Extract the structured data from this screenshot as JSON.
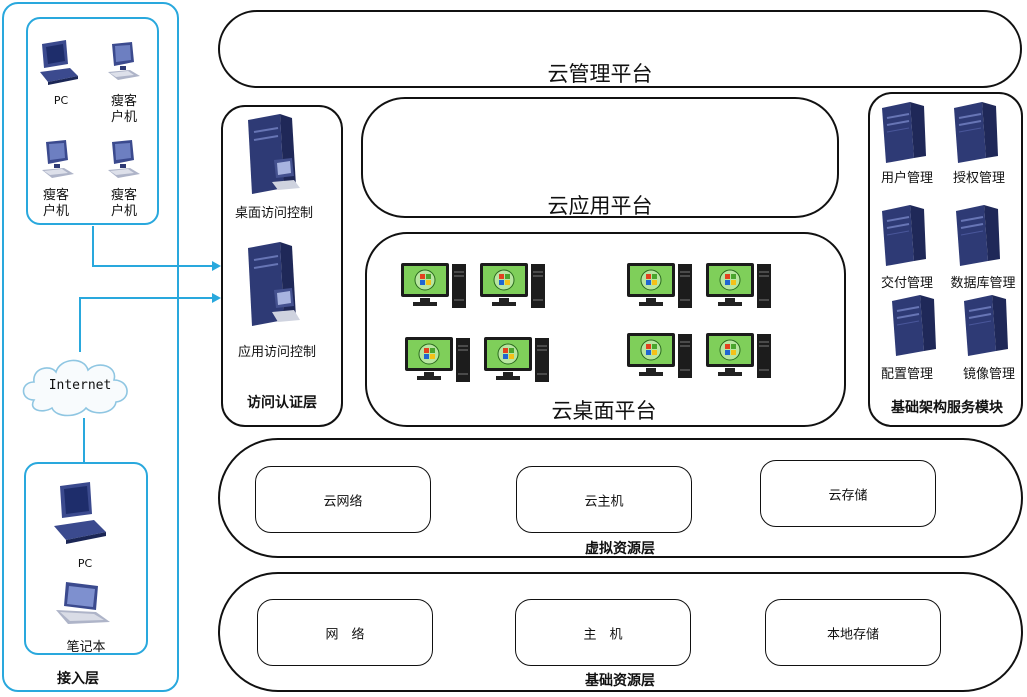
{
  "access_layer": {
    "title": "接入层",
    "thin_devices": [
      {
        "icon": "pc-icon",
        "label": "PC"
      },
      {
        "icon": "thin-client-icon",
        "label": "瘦客\n户机"
      },
      {
        "icon": "thin-client-icon",
        "label": "瘦客\n户机"
      },
      {
        "icon": "thin-client-icon",
        "label": "瘦客\n户机"
      }
    ],
    "internet_label": "Internet",
    "remote_devices": [
      {
        "icon": "pc-icon",
        "label": "PC"
      },
      {
        "icon": "laptop-icon",
        "label": "笔记本"
      }
    ]
  },
  "cloud_management": {
    "title": "云管理平台"
  },
  "auth_layer": {
    "title": "访问认证层",
    "items": [
      {
        "icon": "server-icon",
        "label": "桌面访问控制"
      },
      {
        "icon": "server-icon",
        "label": "应用访问控制"
      }
    ]
  },
  "cloud_app": {
    "title": "云应用平台"
  },
  "cloud_desktop": {
    "title": "云桌面平台",
    "desktop_count": 8
  },
  "infra_services": {
    "title": "基础架构服务模块",
    "items": [
      {
        "icon": "server-icon",
        "label": "用户管理"
      },
      {
        "icon": "server-icon",
        "label": "授权管理"
      },
      {
        "icon": "server-icon",
        "label": "交付管理"
      },
      {
        "icon": "server-icon",
        "label": "数据库管理"
      },
      {
        "icon": "server-icon",
        "label": "配置管理"
      },
      {
        "icon": "server-icon",
        "label": "镜像管理"
      }
    ]
  },
  "virtual_layer": {
    "title": "虚拟资源层",
    "items": [
      "云网络",
      "云主机",
      "云存储"
    ]
  },
  "base_layer": {
    "title": "基础资源层",
    "items": [
      "网　络",
      "主　机",
      "本地存储"
    ]
  },
  "colors": {
    "accent": "#29a8dd",
    "server": "#2e3a75",
    "outline": "#111111"
  }
}
